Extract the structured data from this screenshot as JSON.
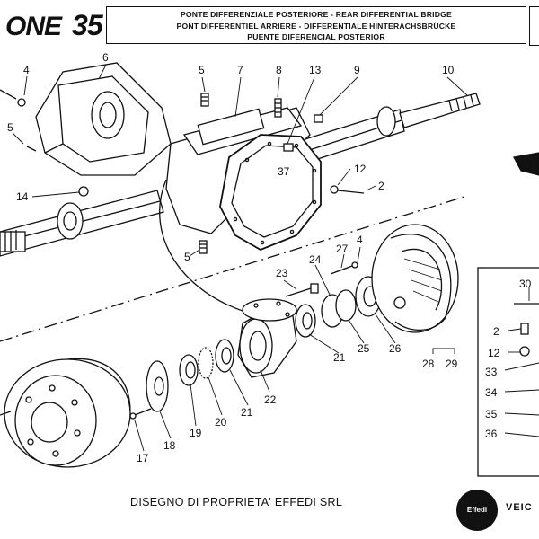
{
  "header": {
    "brand": "ONE",
    "plate_number": "35",
    "title_lines": [
      "PONTE DIFFERENZIALE POSTERIORE - REAR DIFFERENTIAL BRIDGE",
      "PONT DIFFERENTIEL ARRIERE - DIFFERENTIALE HINTERACHSBRÜCKE",
      "PUENTE DIFERENCIAL POSTERIOR"
    ]
  },
  "part_numbers": {
    "p4a": "4",
    "p6": "6",
    "p5a": "5",
    "p7": "7",
    "p8": "8",
    "p13": "13",
    "p9": "9",
    "p10": "10",
    "p5b": "5",
    "p37": "37",
    "p12a": "12",
    "p2a": "2",
    "p14": "14",
    "p5c": "5",
    "p23": "23",
    "p24": "24",
    "p27": "27",
    "p4b": "4",
    "p25": "25",
    "p26": "26",
    "p21a": "21",
    "p28": "28",
    "p29": "29",
    "p22": "22",
    "p21b": "21",
    "p20": "20",
    "p19": "19",
    "p18": "18",
    "p17": "17",
    "p30": "30",
    "p2b": "2",
    "p12b": "12",
    "p33": "33",
    "p34": "34",
    "p35": "35",
    "p36": "36"
  },
  "footer": {
    "text": "DISEGNO DI PROPRIETA' EFFEDI SRL",
    "logo_text": "Effedi",
    "logo_side_text": "VEIC"
  }
}
